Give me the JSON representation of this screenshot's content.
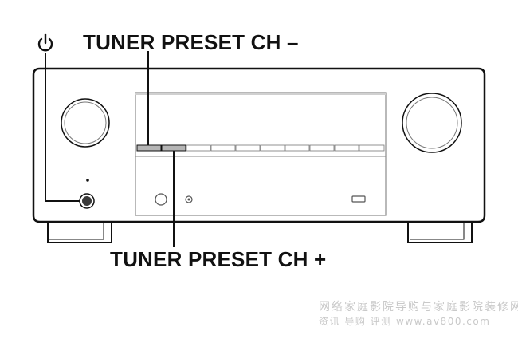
{
  "labels": {
    "power_symbol": "⏻",
    "preset_minus": "TUNER PRESET CH –",
    "preset_plus": "TUNER PRESET CH +"
  },
  "watermark": {
    "line1": "网络家庭影院导购与家庭影院装修网",
    "line2": "资讯 导购 评测 www.av800.com"
  },
  "icons": [
    "power-icon",
    "volume-knob-icon",
    "input-knob-icon"
  ],
  "colors": {
    "line": "#111111",
    "button_fill": "#b5b5b5",
    "power_button": "#3a3a3a",
    "watermark": "#c9c9c9"
  }
}
